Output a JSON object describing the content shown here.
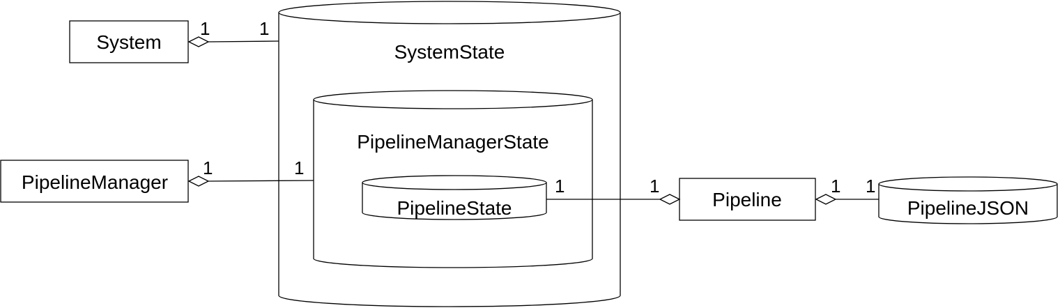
{
  "colors": {
    "stroke": "#000000",
    "background": "#ffffff"
  },
  "nodes": {
    "system": "System",
    "pipeline_manager": "PipelineManager",
    "system_state": "SystemState",
    "pipeline_manager_state": "PipelineManagerState",
    "pipeline_state": "PipelineState",
    "pipeline": "Pipeline",
    "pipeline_json": "PipelineJSON"
  },
  "edges": {
    "system_systemstate": {
      "source_mult": "1",
      "target_mult": "1"
    },
    "pipelinemanager_managerstate": {
      "source_mult": "1",
      "target_mult": "1"
    },
    "pipelinestate_pipeline": {
      "source_mult": "1",
      "target_mult": "1"
    },
    "pipeline_pipelinejson": {
      "source_mult": "1",
      "target_mult": "1"
    }
  }
}
